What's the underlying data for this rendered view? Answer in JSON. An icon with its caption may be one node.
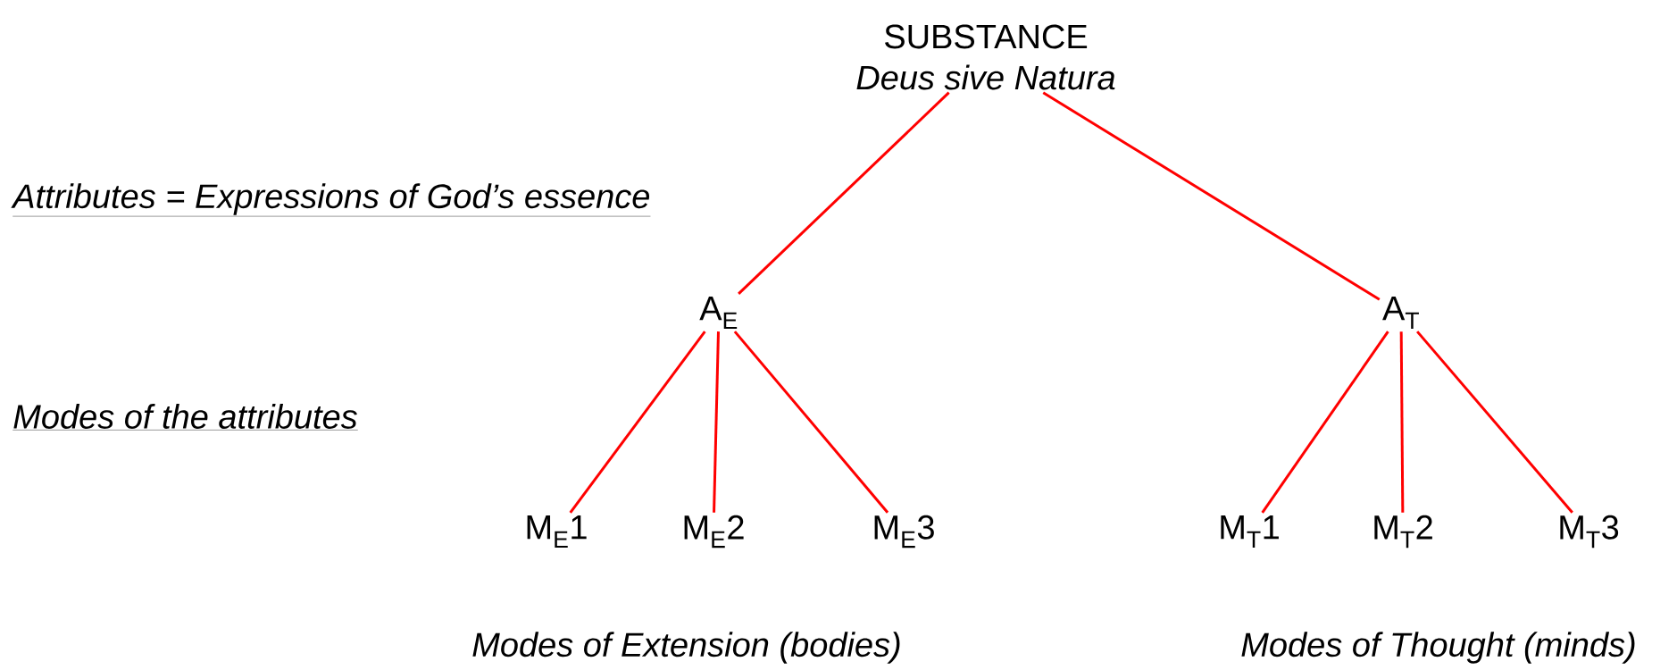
{
  "diagram": {
    "nodes": [
      {
        "text": [
          "SUBSTANCE",
          "Deus sive Natura"
        ]
      },
      {
        "text": [
          "A$_{E}$"
        ]
      },
      {
        "text": [
          "A$_{T}$"
        ]
      },
      {
        "text": [
          "M$_{E}$1"
        ]
      },
      {
        "text": [
          "M$_{E}$2"
        ]
      },
      {
        "text": [
          "M$_{E}$3"
        ]
      },
      {
        "text": [
          "M$_{T}$1"
        ]
      },
      {
        "text": [
          "M$_{T}$2"
        ]
      },
      {
        "text": [
          "M$_{T}$3"
        ]
      }
    ],
    "edges": [
      {
        "from": 0,
        "to": 1,
        "arrow": "none"
      },
      {
        "from": 0,
        "to": 2,
        "arrow": "none"
      },
      {
        "from": 1,
        "to": 3,
        "arrow": "none"
      },
      {
        "from": 1,
        "to": 4,
        "arrow": "none"
      },
      {
        "from": 1,
        "to": 5,
        "arrow": "none"
      },
      {
        "from": 2,
        "to": 6,
        "arrow": "none"
      },
      {
        "from": 2,
        "to": 7,
        "arrow": "none"
      },
      {
        "from": 2,
        "to": 8,
        "arrow": "none"
      }
    ],
    "labels": [
      "Attributes = Expressions of God’s essence",
      "Modes of the attributes",
      "Modes of Extension (bodies)",
      "Modes of Thought (minds)"
    ]
  }
}
